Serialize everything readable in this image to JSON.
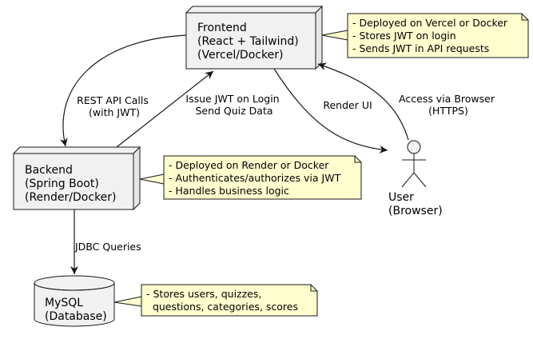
{
  "colors": {
    "node_fill": "#f1f1f1",
    "node_side": "#e6e6e6",
    "note_fill": "#fefece",
    "stroke": "#181818",
    "background": "#ffffff"
  },
  "nodes": {
    "frontend": {
      "lines": [
        "Frontend",
        "(React + Tailwind)",
        "(Vercel/Docker)"
      ]
    },
    "backend": {
      "lines": [
        "Backend",
        "(Spring Boot)",
        "(Render/Docker)"
      ]
    },
    "database": {
      "lines": [
        "MySQL",
        "(Database)"
      ]
    },
    "user": {
      "lines": [
        "User",
        "(Browser)"
      ]
    }
  },
  "notes": {
    "frontend": {
      "lines": [
        "- Deployed on Vercel or Docker",
        "- Stores JWT on login",
        "- Sends JWT in API requests"
      ]
    },
    "backend": {
      "lines": [
        "- Deployed on Render or Docker",
        "- Authenticates/authorizes via JWT",
        "- Handles business logic"
      ]
    },
    "database": {
      "lines": [
        "- Stores users, quizzes,",
        "  questions, categories, scores"
      ]
    }
  },
  "edges": {
    "frontend_to_backend": {
      "lines": [
        "REST API Calls",
        "(with JWT)"
      ]
    },
    "backend_to_frontend": {
      "lines": [
        "Issue JWT on Login",
        "Send Quiz Data"
      ]
    },
    "frontend_to_user": {
      "lines": [
        "Render UI"
      ]
    },
    "user_to_frontend": {
      "lines": [
        "Access via Browser",
        "(HTTPS)"
      ]
    },
    "backend_to_database": {
      "lines": [
        "JDBC Queries"
      ]
    }
  }
}
